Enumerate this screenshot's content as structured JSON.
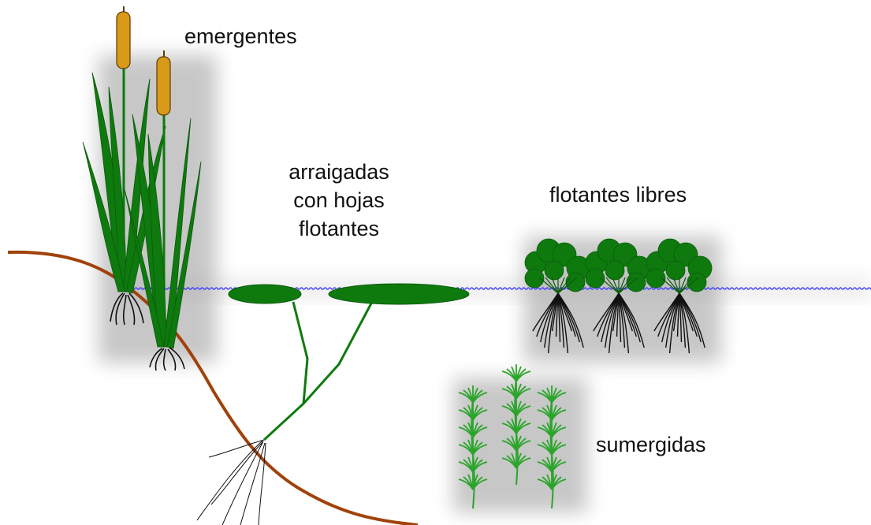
{
  "labels": {
    "emergentes": "emergentes",
    "arraigadas_lines": [
      "arraigadas",
      "con hojas",
      "flotantes"
    ],
    "flotantes_libres": "flotantes libres",
    "sumergidas": "sumergidas"
  },
  "colors": {
    "water_line": "#3b3bff",
    "shore_line": "#a0420a",
    "leaf_green": "#0e7a0e",
    "leaf_dark": "#0a5a0a",
    "cattail_spike": "#d99a1a",
    "submerged_green": "#2aa52a",
    "root_stroke": "#111111"
  }
}
